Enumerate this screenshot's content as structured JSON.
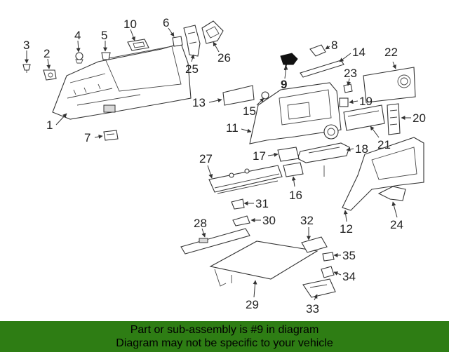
{
  "callouts": [
    "1",
    "2",
    "3",
    "4",
    "5",
    "6",
    "7",
    "8",
    "9",
    "10",
    "11",
    "12",
    "13",
    "14",
    "15",
    "16",
    "17",
    "18",
    "19",
    "20",
    "21",
    "22",
    "23",
    "24",
    "25",
    "26",
    "27",
    "28",
    "29",
    "30",
    "31",
    "32",
    "33",
    "34",
    "35"
  ],
  "highlight_part": "9",
  "footer": {
    "line1": "Part or sub-assembly is #9 in diagram",
    "line2": "Diagram may not be specific to your vehicle"
  },
  "colors": {
    "footer_bg": "#2e7d14",
    "line_art": "#333333"
  }
}
